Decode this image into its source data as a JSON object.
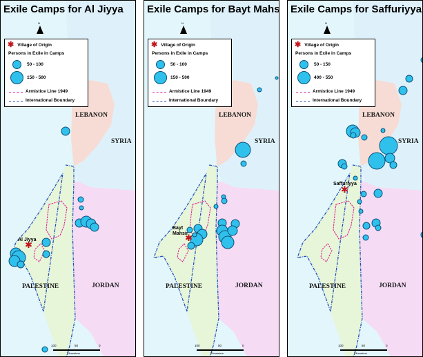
{
  "panels": [
    {
      "title": "Exile Camps for Al Jiyya",
      "size_small": "50 - 100",
      "size_large": "150 - 500",
      "village": "Al Jiyya"
    },
    {
      "title": "Exile Camps for Bayt Mahsir",
      "size_small": "50 - 100",
      "size_large": "150 - 500",
      "village": "Bayt\nMahsir"
    },
    {
      "title": "Exile Camps for Saffuriyya",
      "size_small": "50 - 150",
      "size_large": "400 - 550",
      "village": "Saffuriyya"
    }
  ],
  "legend": {
    "origin": "Village of Origin",
    "persons": "Persons in Exile in Camps",
    "armistice": "Armistice Line 1949",
    "boundary": "International Boundary"
  },
  "map_labels": {
    "lebanon": "LEBANON",
    "syria": "SYRIA",
    "palestine": "PALESTINE",
    "jordan": "JORDAN"
  },
  "scalebar": {
    "t100": "100",
    "t50": "50",
    "t0": "0",
    "unit": "Kilometers"
  },
  "north": "N",
  "colors": {
    "sea": "#e3f6fb",
    "syria": "#def1fb",
    "lebanon": "#f7dcd5",
    "jordan": "#f6dbf5",
    "palestine": "#e7f5d8",
    "camp_fill": "#2fc1ec",
    "camp_stroke": "#0b4f7a",
    "armistice": "#e0249a",
    "boundary": "#1f4fc0",
    "origin": "#c0151c"
  }
}
